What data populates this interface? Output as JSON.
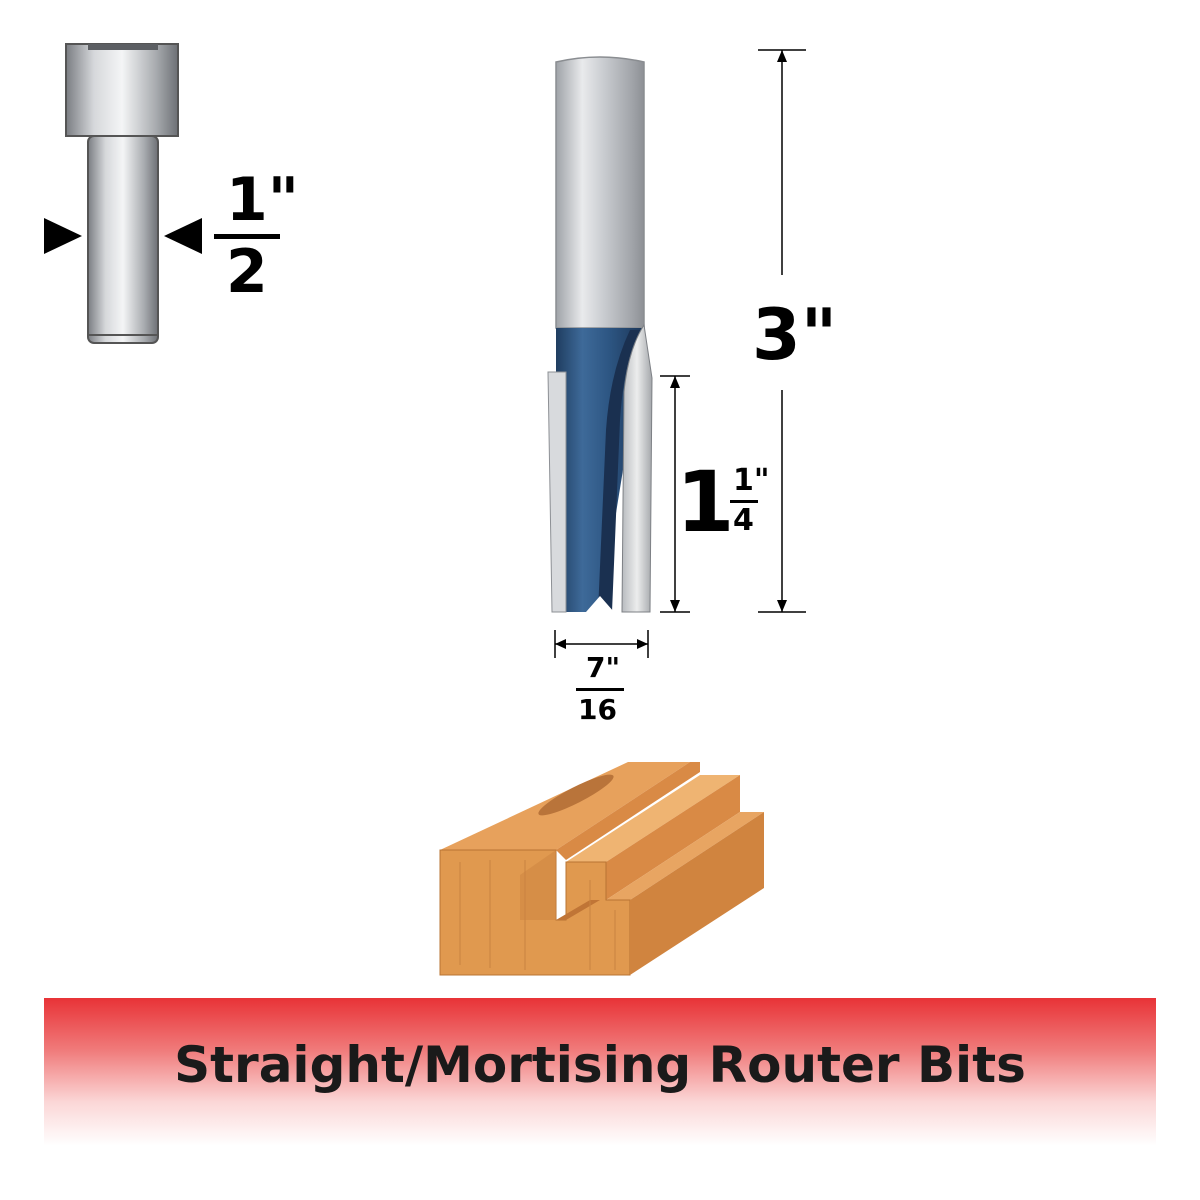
{
  "shank_diagram": {
    "numerator": "1\"",
    "denominator": "2"
  },
  "dimensions": {
    "overall_length": "3\"",
    "cutting_length_whole": "1",
    "cutting_length_numerator": "1\"",
    "cutting_length_denominator": "4",
    "cutting_diameter_numerator": "7\"",
    "cutting_diameter_denominator": "16"
  },
  "banner": {
    "title": "Straight/Mortising Router Bits"
  },
  "colors": {
    "bit_blue": "#2f5680",
    "shank_silver": "#c9cbcf",
    "wood": "#e39a55",
    "banner_red": "#e83337"
  }
}
